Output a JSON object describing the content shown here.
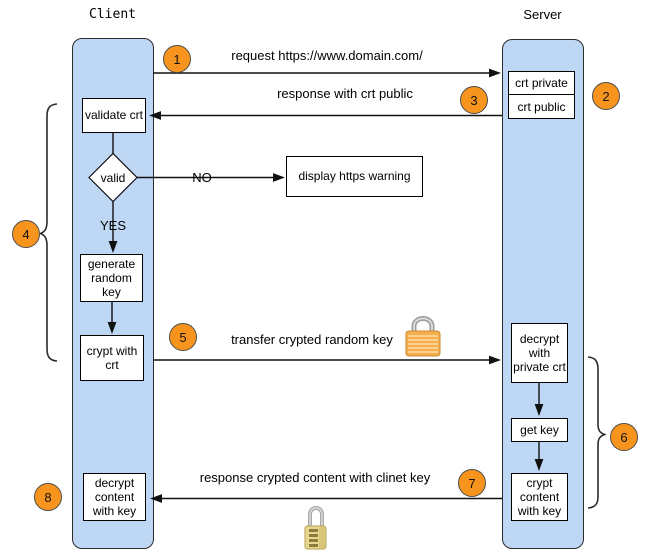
{
  "diagram": {
    "lanes": {
      "client": "Client",
      "server": "Server"
    },
    "steps": {
      "s1": "1",
      "s2": "2",
      "s3": "3",
      "s4": "4",
      "s5": "5",
      "s6": "6",
      "s7": "7",
      "s8": "8"
    },
    "messages": {
      "request": "request https://www.domain.com/",
      "response_public": "response with crt public",
      "transfer_key": "transfer crypted random key",
      "response_content": "response crypted content with clinet key"
    },
    "client_nodes": {
      "validate": "validate crt",
      "decision": "valid",
      "generate": "generate random key",
      "crypt": "crypt with crt",
      "decrypt": "decrypt content with key"
    },
    "server_nodes": {
      "crt_private": "crt private",
      "crt_public": "crt public",
      "decrypt": "decrypt with private crt",
      "get_key": "get key",
      "crypt": "crypt content with key"
    },
    "branch": {
      "no": "NO",
      "yes": "YES"
    },
    "warning": "display https warning",
    "icons": {
      "lock_closed": "closed-padlock",
      "lock_combination": "combination-padlock"
    },
    "colors": {
      "lane_fill": "#bed7f4",
      "lane_border": "#2b2b2b",
      "step_fill": "#f7941e",
      "lock_gold": "#f5ae4e",
      "lock_pale_gold": "#e8d88f",
      "shackle_silver": "#a0a0a0",
      "box_border": "#000000"
    }
  }
}
